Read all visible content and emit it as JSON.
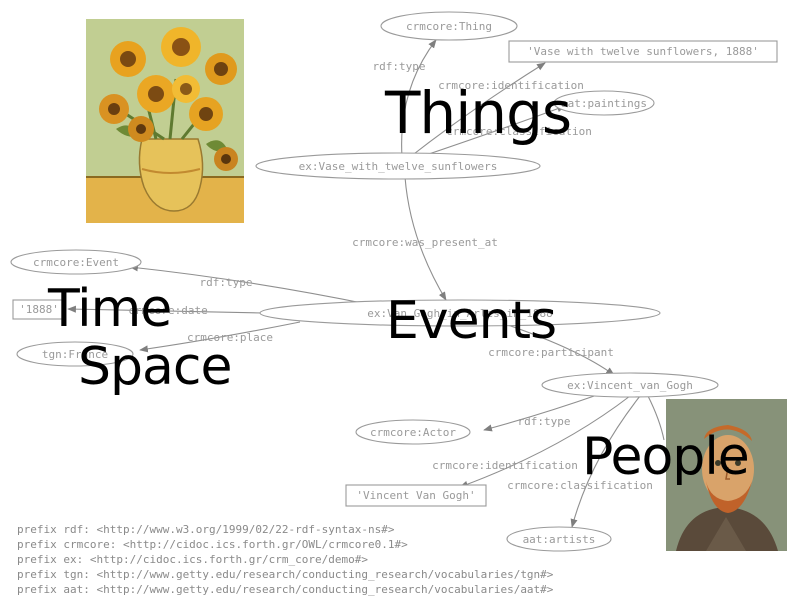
{
  "nodes": {
    "thing": "crmcore:Thing",
    "title_literal": "'Vase with twelve sunflowers, 1888'",
    "paintings": "aat:paintings",
    "vase": "ex:Vase_with_twelve_sunflowers",
    "event": "crmcore:Event",
    "year_literal": "'1888'",
    "van_gogh_event": "ex:Van_Gogh_in_Arles_in_1888",
    "place": "tgn:France",
    "vincent": "ex:Vincent_van_Gogh",
    "actor": "crmcore:Actor",
    "name_literal": "'Vincent Van Gogh'",
    "artists": "aat:artists"
  },
  "edges": {
    "rdf_type_thing": "rdf:type",
    "identification_title": "crmcore:identification",
    "classification_paintings": "crmcore:classification",
    "was_present_at": "crmcore:was_present_at",
    "rdf_type_event": "rdf:type",
    "date": "crmcore:date",
    "place": "crmcore:place",
    "participant": "crmcore:participant",
    "rdf_type_actor": "rdf:type",
    "identification_name": "crmcore:identification",
    "classification_artists": "crmcore:classification"
  },
  "big_labels": {
    "things": "Things",
    "time": "Time",
    "events": "Events",
    "space": "Space",
    "people": "People"
  },
  "prefixes": [
    "prefix rdf: <http://www.w3.org/1999/02/22-rdf-syntax-ns#>",
    "prefix crmcore: <http://cidoc.ics.forth.gr/OWL/crmcore0.1#>",
    "prefix ex: <http://cidoc.ics.forth.gr/crm_core/demo#>",
    "prefix tgn: <http://www.getty.edu/research/conducting_research/vocabularies/tgn#>",
    "prefix aat: <http://www.getty.edu/research/conducting_research/vocabularies/aat#>"
  ],
  "colors": {
    "graph_stroke": "#9a9a9a",
    "big_text": "#000000",
    "background": "#ffffff"
  }
}
